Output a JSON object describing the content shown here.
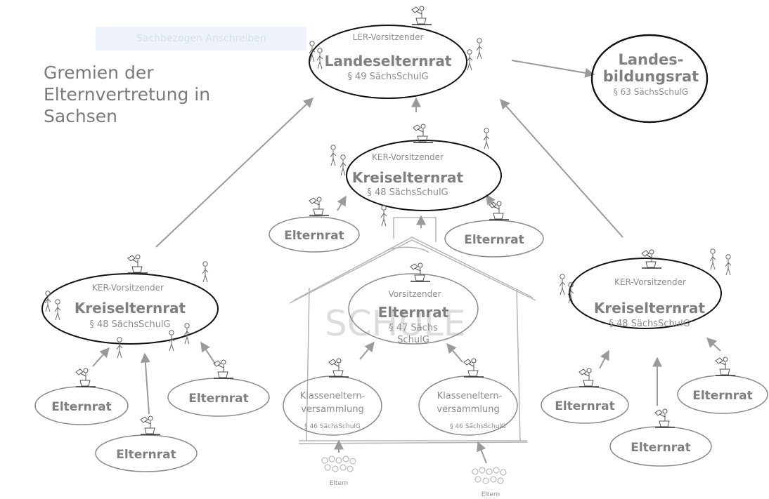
{
  "ghost_bar_text": "Sachbezogen Anschreiben",
  "title": {
    "line1": "Gremien der",
    "line2": "Elternvertretung in",
    "line3": "Sachsen"
  },
  "colors": {
    "ellipse_bold": "#111111",
    "ellipse_light": "#8a8a8a",
    "arrow": "#9a9a9a",
    "bold_text": "#7f7f7f",
    "small_text": "#8c8c8c",
    "title_text": "#7a7a7a"
  },
  "landeselternrat": {
    "role": "LER-Vorsitzender",
    "name": "Landeselternrat",
    "law": "§ 49 SächsSchulG"
  },
  "landesbildungsrat": {
    "name_line1": "Landes-",
    "name_line2": "bildungsrat",
    "law": "§ 63 SächsSchulG"
  },
  "kreis_center": {
    "role": "KER-Vorsitzender",
    "name": "Kreiselternrat",
    "law": "§ 48 SächsSchulG"
  },
  "kreis_left": {
    "role": "KER-Vorsitzender",
    "name": "Kreiselternrat",
    "law": "§ 48 SächsSchulG"
  },
  "kreis_right": {
    "role": "KER-Vorsitzender",
    "name": "Kreiselternrat",
    "law": "§ 48 SächsSchulG"
  },
  "elternrat_label": "Elternrat",
  "school": {
    "sign": "SCHULE",
    "role": "Vorsitzender",
    "name": "Elternrat",
    "law_line1": "§ 47 Sächs",
    "law_line2": "SchulG"
  },
  "klassen": {
    "line1": "Klasseneltern-",
    "line2": "versammlung",
    "law": "§ 46 SächsSchulG"
  },
  "eltern_label": "Eltern"
}
